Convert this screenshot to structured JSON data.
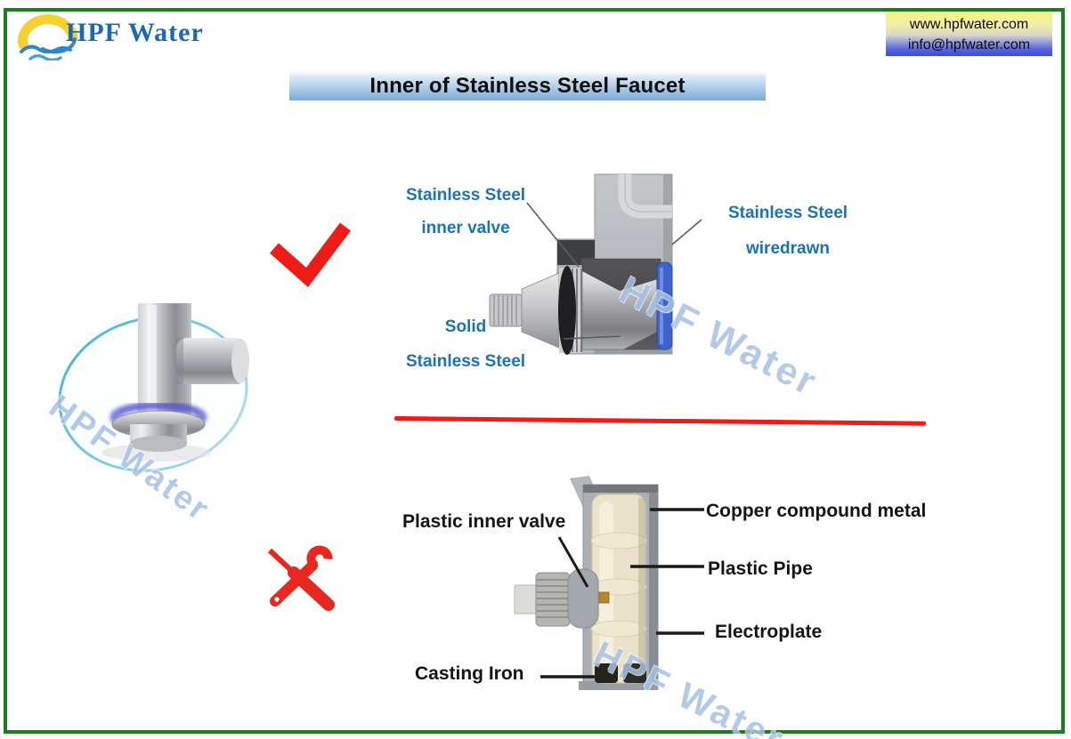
{
  "logo": {
    "name": "HPF Water"
  },
  "contact": {
    "website": "www.hpfwater.com",
    "email": "info@hpfwater.com"
  },
  "title": "Inner of Stainless Steel Faucet",
  "watermark": "HPF Water",
  "steel_faucet": {
    "verdict": "good",
    "verdict_icon": "checkmark-icon",
    "labels": {
      "inner_valve_1": "Stainless Steel",
      "inner_valve_2": "inner valve",
      "wiredrawn_1": "Stainless Steel",
      "wiredrawn_2": "wiredrawn",
      "solid_1": "Solid",
      "solid_2": "Stainless Steel"
    }
  },
  "plastic_faucet": {
    "verdict": "bad",
    "verdict_icon": "crossed-tools-icon",
    "labels": {
      "inner_valve": "Plastic inner valve",
      "copper": "Copper compound metal",
      "pipe": "Plastic Pipe",
      "electroplate": "Electroplate",
      "casting_iron": "Casting Iron"
    }
  },
  "colors": {
    "frame_green": "#1f7d1f",
    "accent_red": "#ee1b17",
    "label_blue": "#1c72b8",
    "label_black": "#141414",
    "logo_blue": "#1a6ab2",
    "watermark_blue": "#a6c1e6",
    "banner_blue": "#7fa9d6",
    "contact_gradient_top": "#f6f287",
    "contact_gradient_bottom": "#3748d6",
    "valve_seal_blue": "#3e63cf"
  }
}
